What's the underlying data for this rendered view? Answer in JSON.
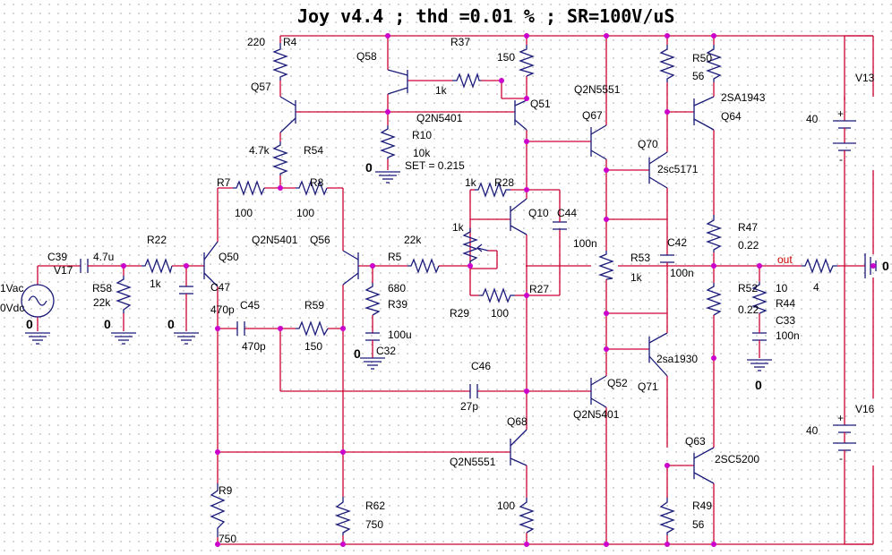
{
  "title": "Joy v4.4   ; thd =0.01 % ; SR=100V/uS",
  "colors": {
    "wire": "#cc0033",
    "component": "#1a1a7a",
    "junction": "#cc00cc",
    "grid": "#c8c8c8"
  },
  "labels": {
    "r4_val": "220",
    "r4": "R4",
    "q57": "Q57",
    "r54_val": "4.7k",
    "r54": "R54",
    "q58": "Q58",
    "r37": "R37",
    "r_1k_top": "1k",
    "r10": "R10",
    "r10_val": "10k",
    "set": "SET = 0.215",
    "q2n5401_a": "Q2N5401",
    "r_150_top": "150",
    "q51": "Q51",
    "q2n5551_a": "Q2N5551",
    "q67": "Q67",
    "r50": "R50",
    "r50_val": "56",
    "q2sa1943": "2SA1943",
    "q64": "Q64",
    "q70": "Q70",
    "q2sc5171": "2sc5171",
    "v13": "V13",
    "v13_val": "40",
    "r7": "R7",
    "r7_val": "100",
    "r8": "R8",
    "r8_val": "100",
    "r28_val": "1k",
    "r28": "R28",
    "q10": "Q10",
    "c44": "C44",
    "pot_val": "1k",
    "c42_val": "100n",
    "c42": "C42",
    "r53": "R53",
    "r53_val": "1k",
    "r47": "R47",
    "r47_val": "0.22",
    "out": "out",
    "r_out": "4",
    "c39": "C39",
    "v17": "V17",
    "c39_val": "4.7u",
    "r22": "R22",
    "r22_val": "1k",
    "q50": "Q50",
    "q2n5401_b": "Q2N5401",
    "q56": "Q56",
    "r5_val": "22k",
    "r5": "R5",
    "r58": "R58",
    "r58_val": "22k",
    "vsrc_ac": "1Vac",
    "vsrc_dc": "0Vdc",
    "c47": "C47",
    "c47_val": "470p",
    "c45": "C45",
    "c45_val": "470p",
    "r59": "R59",
    "r59_val": "150",
    "r39_val": "680",
    "r39": "R39",
    "r29": "R29",
    "r29_val": "100",
    "r27": "R27",
    "c32_val": "100u",
    "c32": "C32",
    "r52": "R52",
    "r52_val": "0.22",
    "r44_val": "10",
    "r44": "R44",
    "c33": "C33",
    "c33_val": "100n",
    "c46": "C46",
    "c46_val": "27p",
    "q52": "Q52",
    "q2n5401_c": "Q2N5401",
    "q2sa1930": "2sa1930",
    "q71": "Q71",
    "v16": "V16",
    "v16_val": "40",
    "q68": "Q68",
    "q2n5551_b": "Q2N5551",
    "q63": "Q63",
    "q2sc5200": "2SC5200",
    "r9": "R9",
    "r9_val": "750",
    "r62": "R62",
    "r62_val": "750",
    "r_100_bot": "100",
    "r49": "R49",
    "r49_val": "56",
    "gnd_zero": "0"
  }
}
